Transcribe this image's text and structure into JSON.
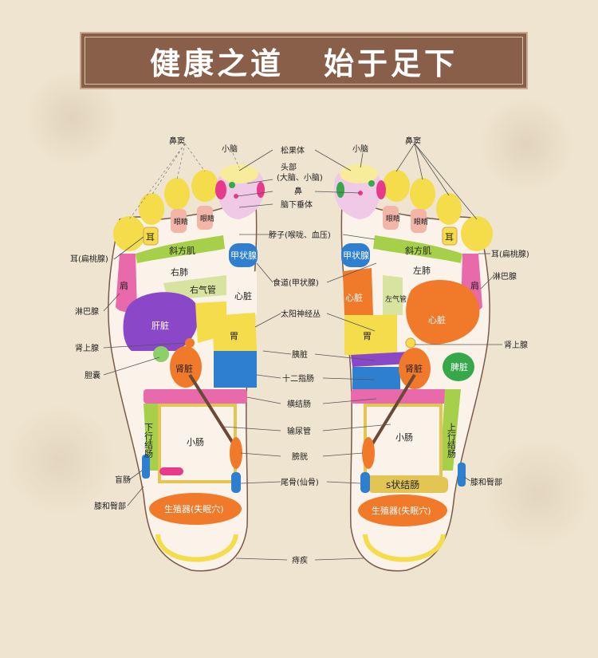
{
  "banner": {
    "left": "健康之道",
    "right": "始于足下"
  },
  "center_labels": [
    "松果体",
    "头部",
    "(大脑、小脑)",
    "鼻",
    "脑下垂体",
    "脖子(喉咙、血压)",
    "食道(甲状腺)",
    "太阳神经丛",
    "胰脏",
    "十二指肠",
    "横结肠",
    "输尿管",
    "膀胱",
    "尾骨(仙骨)",
    "痔疾"
  ],
  "left_labels": [
    "鼻窦",
    "小脑",
    "耳(扁桃腺)",
    "淋巴腺",
    "肾上腺",
    "胆囊",
    "盲肠",
    "膝和臀部"
  ],
  "right_labels": [
    "小脑",
    "鼻窦",
    "耳(扁桃腺)",
    "淋巴腺",
    "肾上腺",
    "膝和臀部"
  ],
  "left_foot": {
    "toes": [
      "耳",
      "眼睛",
      "眼睛"
    ],
    "zones": [
      "斜方肌",
      "右肺",
      "右气管",
      "甲状腺",
      "心脏",
      "肝脏",
      "肾脏",
      "胃",
      "下行结肠",
      "小肠",
      "生殖器(失眠穴)",
      "肩"
    ]
  },
  "right_foot": {
    "toes": [
      "眼睛",
      "眼睛",
      "耳"
    ],
    "zones": [
      "斜方肌",
      "甲状腺",
      "左肺",
      "左气管",
      "心脏",
      "心脏",
      "胃",
      "肾脏",
      "脾脏",
      "上行结肠",
      "小肠",
      "s状结肠",
      "生殖器(失眠穴)",
      "肩"
    ]
  },
  "colors": {
    "toe_yellow": "#f4dc4a",
    "orange": "#f07a2a",
    "pink": "#f07ab8",
    "purple": "#8a48c8",
    "green": "#9acf3a",
    "blue": "#2e7fd0",
    "gold": "#e2c552",
    "banner": "#8a5f4a"
  }
}
